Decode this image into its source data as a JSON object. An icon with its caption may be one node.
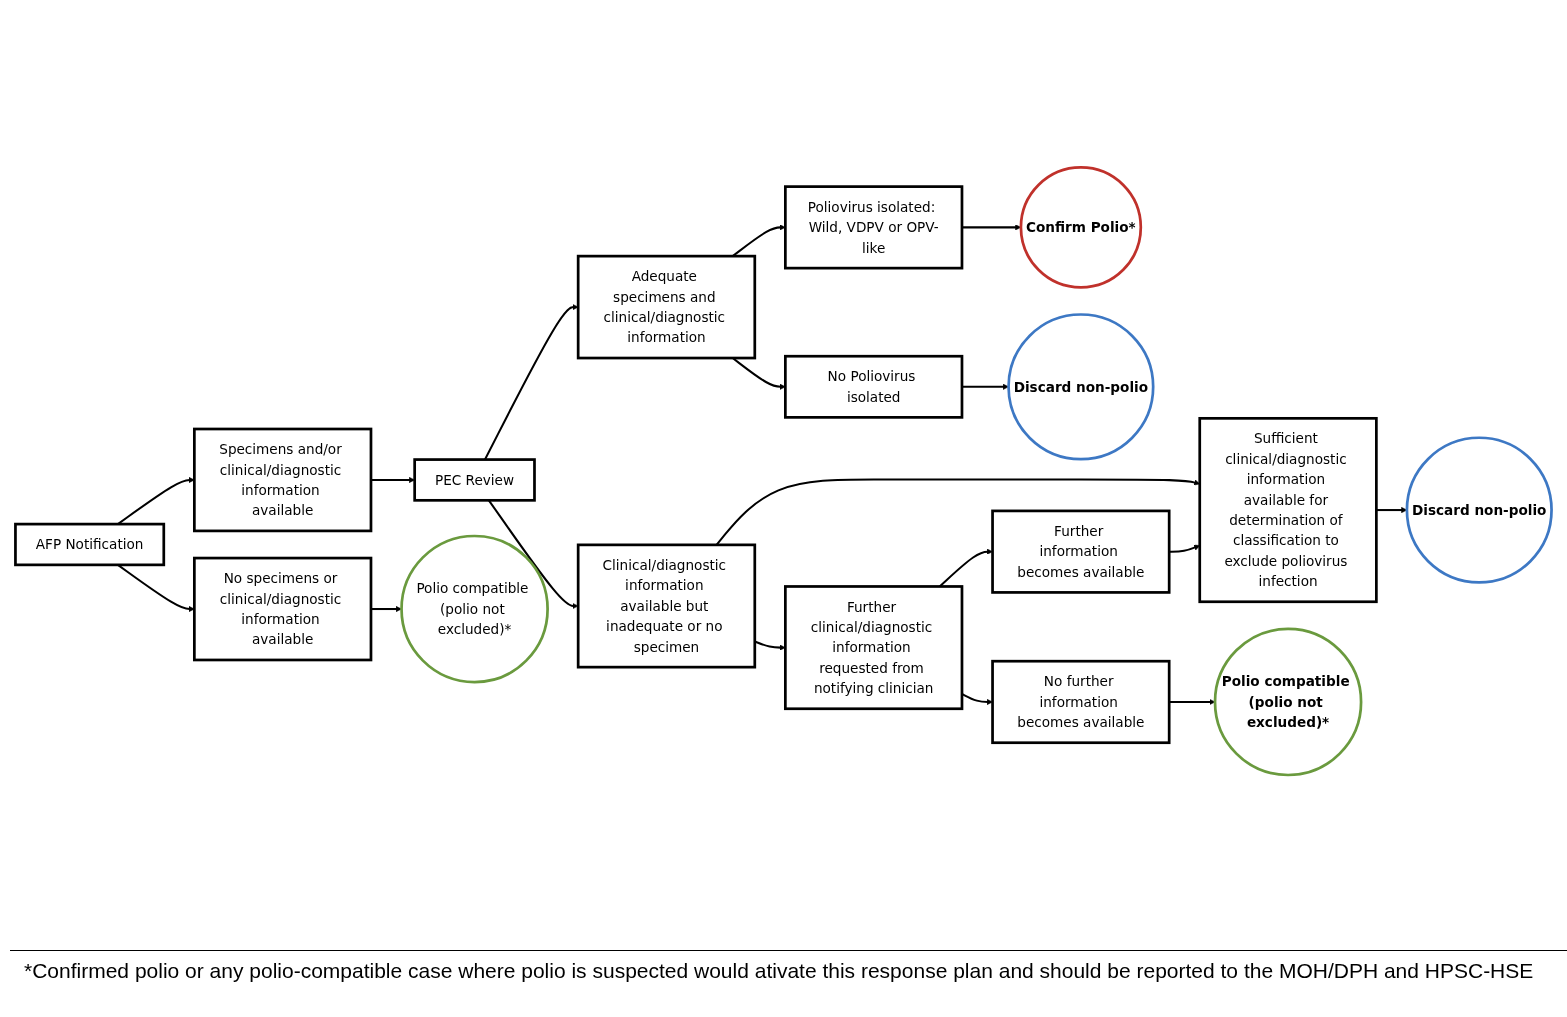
{
  "diagram": {
    "caption": "*Confirmed polio or any polio-compatible case where polio is suspected would ativate this response plan and should be reported to the MOH/DPH and HPSC-HSE",
    "nodes": [
      {
        "text": [
          "AFP Notification"
        ]
      },
      {
        "text": [
          "Specimens and/or clinical/diagnostic information available"
        ]
      },
      {
        "text": [
          "No specimens or clinical/diagnostic information available"
        ]
      },
      {
        "text": [
          "Polio compatible (polio not excluded)*"
        ]
      },
      {
        "text": [
          "PEC Review"
        ]
      },
      {
        "text": [
          "Adequate specimens and clinical/diagnostic information"
        ]
      },
      {
        "text": [
          "Clinical/diagnostic information available but inadequate or no specimen"
        ]
      },
      {
        "text": [
          "Poliovirus isolated: Wild, VDPV or OPV-like"
        ]
      },
      {
        "text": [
          "No Poliovirus isolated"
        ]
      },
      {
        "text": [
          "Confirm Polio*"
        ]
      },
      {
        "text": [
          "Discard non-polio"
        ]
      },
      {
        "text": [
          "Sufficient clinical/diagnostic information available for determination of classification to exclude poliovirus infection"
        ]
      },
      {
        "text": [
          "Discard non-polio"
        ]
      },
      {
        "text": [
          "Further clinical/diagnostic information requested from notifying clinician"
        ]
      },
      {
        "text": [
          "Further information becomes available"
        ]
      },
      {
        "text": [
          "No further information becomes available"
        ]
      },
      {
        "text": [
          "Polio compatible (polio not excluded)*"
        ]
      }
    ],
    "edges": [
      {
        "from": 0,
        "to": 1,
        "arrow": "to"
      },
      {
        "from": 0,
        "to": 2,
        "arrow": "to"
      },
      {
        "from": 2,
        "to": 3,
        "arrow": "to"
      },
      {
        "from": 1,
        "to": 4,
        "arrow": "to"
      },
      {
        "from": 4,
        "to": 5,
        "arrow": "to"
      },
      {
        "from": 4,
        "to": 6,
        "arrow": "to"
      },
      {
        "from": 5,
        "to": 7,
        "arrow": "to"
      },
      {
        "from": 5,
        "to": 8,
        "arrow": "to"
      },
      {
        "from": 7,
        "to": 9,
        "arrow": "to"
      },
      {
        "from": 8,
        "to": 10,
        "arrow": "to"
      },
      {
        "from": 6,
        "to": 11,
        "arrow": "to"
      },
      {
        "from": 11,
        "to": 12,
        "arrow": "to"
      },
      {
        "from": 6,
        "to": 13,
        "arrow": "to"
      },
      {
        "from": 13,
        "to": 14,
        "arrow": "to"
      },
      {
        "from": 13,
        "to": 15,
        "arrow": "to"
      },
      {
        "from": 14,
        "to": 11,
        "arrow": "to"
      },
      {
        "from": 15,
        "to": 16,
        "arrow": "to"
      }
    ]
  }
}
